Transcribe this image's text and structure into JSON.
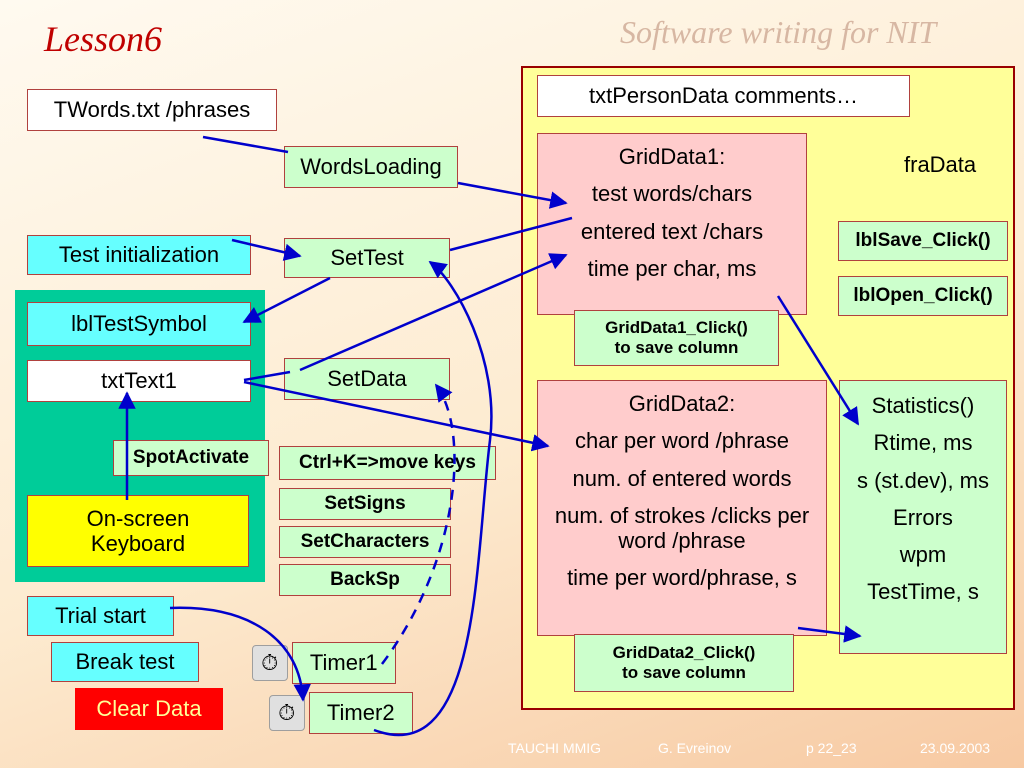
{
  "header": {
    "title": "Lesson6",
    "subtitle": "Software writing for NIT"
  },
  "left": {
    "twords": "TWords.txt  /phrases",
    "test_init": "Test initialization",
    "lbl_test_symbol": "lblTestSymbol",
    "txt_text1": "txtText1",
    "spot_activate": "SpotActivate",
    "onscreen_keyboard": [
      "On-screen",
      "Keyboard"
    ],
    "trial_start": "Trial start",
    "break_test": "Break test",
    "clear_data": "Clear Data"
  },
  "middle": {
    "words_loading": "WordsLoading",
    "set_test": "SetTest",
    "set_data": "SetData",
    "ctrl_k": "Ctrl+K=>move keys",
    "set_signs": "SetSigns",
    "set_characters": "SetCharacters",
    "backsp": "BackSp",
    "timer1": "Timer1",
    "timer2": "Timer2"
  },
  "right": {
    "txt_person_data": "txtPersonData comments…",
    "fra_data": "fraData",
    "lbl_save": "lblSave_Click()",
    "lbl_open": "lblOpen_Click()",
    "grid1": [
      "GridData1:",
      "test words/chars",
      "entered text /chars",
      "time per char, ms"
    ],
    "grid1_click": [
      "GridData1_Click()",
      "to save column"
    ],
    "grid2": [
      "GridData2:",
      "char per word /phrase",
      "num. of entered words",
      "num. of strokes /clicks per word /phrase",
      "time per word/phrase, s"
    ],
    "grid2_click": [
      "GridData2_Click()",
      "to save column"
    ],
    "statistics": [
      "Statistics()",
      "Rtime, ms",
      "s (st.dev), ms",
      "Errors",
      "wpm",
      "TestTime, s"
    ]
  },
  "footer": {
    "org": "TAUCHI MMIG",
    "author": "G. Evreinov",
    "page": "p 22_23",
    "date": "23.09.2003"
  },
  "colors": {
    "arrow": "#0000cc",
    "accent": "#c00000",
    "panel": "#ffff99"
  }
}
